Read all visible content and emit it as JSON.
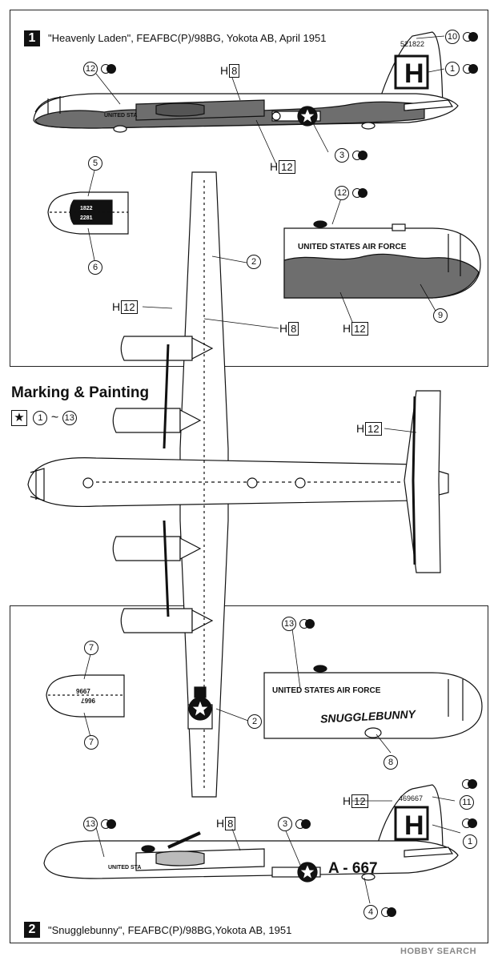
{
  "panel1": {
    "number": "1",
    "title": "\"Heavenly Laden\", FEAFBC(P)/98BG, Yokota AB, April 1951",
    "serial": "521822",
    "tail_letter": "H",
    "nose_number_top": "1822",
    "nose_number_bottom": "2281",
    "fuselage_text": "UNITED STATES AIR FORCE",
    "fuselage_text_partial": "UNITED STA"
  },
  "panel2": {
    "number": "2",
    "title": "\"Snugglebunny\", FEAFBC(P)/98BG,Yokota AB, 1951",
    "serial": "469667",
    "tail_letter": "H",
    "nose_number_top": "9667",
    "nose_number_bottom": "9667",
    "fuselage_text": "UNITED STATES AIR FORCE",
    "fuselage_text_partial": "UNITED STA",
    "nose_art": "SNUGGLEBUNNY",
    "buzz_number": "A - 667"
  },
  "heading": {
    "title": "Marking & Painting",
    "range_start": "1",
    "range_sep": "~",
    "range_end": "13"
  },
  "paint": {
    "prefix": "H",
    "h8": "8",
    "h12": "12"
  },
  "callouts": {
    "c1": "1",
    "c2": "2",
    "c3": "3",
    "c4": "4",
    "c5": "5",
    "c6": "6",
    "c7": "7",
    "c8": "8",
    "c9": "9",
    "c10": "10",
    "c11": "11",
    "c12": "12",
    "c13": "13"
  },
  "watermark": "HOBBY SEARCH",
  "colors": {
    "ink": "#111111",
    "camo": "#6e6e6e",
    "paper": "#ffffff"
  }
}
